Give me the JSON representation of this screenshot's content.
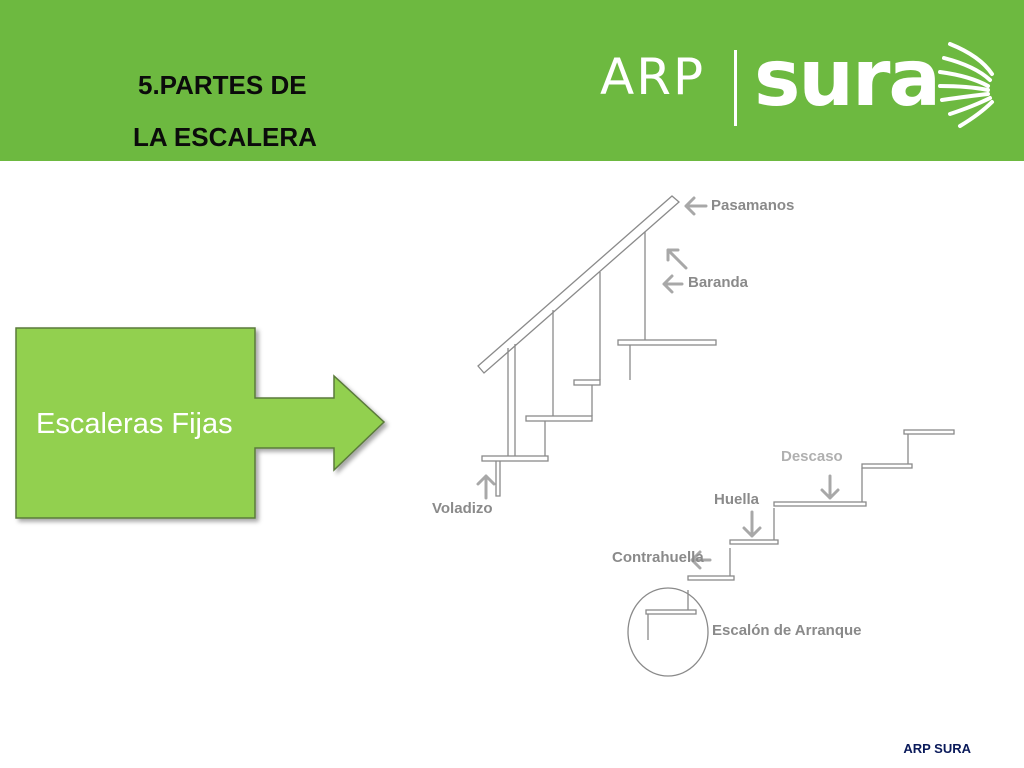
{
  "header": {
    "title_line_1": "5.PARTES DE",
    "title_line_2": "LA ESCALERA",
    "logo_prefix": "ARP",
    "logo_brand": "sura",
    "background_color": "#6db940"
  },
  "callout": {
    "label": "Escaleras Fijas",
    "color": "#92d050"
  },
  "diagram": {
    "labels": {
      "pasamanos": "Pasamanos",
      "baranda": "Baranda",
      "voladizo": "Voladizo",
      "descaso": "Descaso",
      "huella": "Huella",
      "contrahuella": "Contrahuella",
      "escalon_arranque": "Escalón de Arranque"
    },
    "label_color": "#8a8a8a"
  },
  "footer": {
    "text": "ARP SURA"
  }
}
